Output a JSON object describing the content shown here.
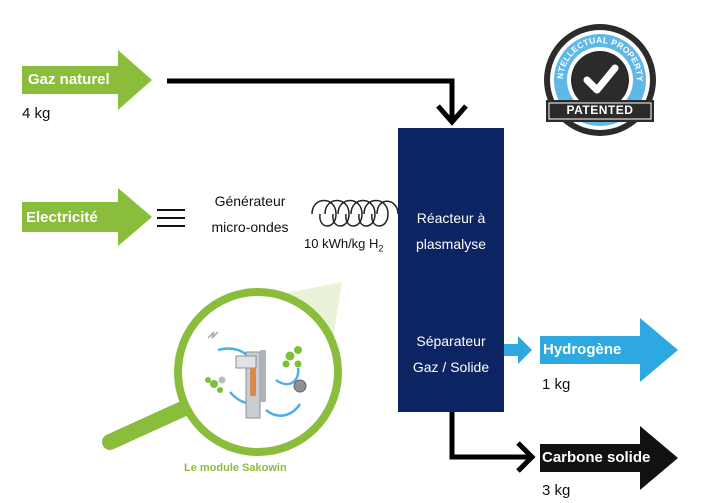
{
  "inputs": {
    "gas": {
      "label": "Gaz naturel",
      "quantity": "4 kg"
    },
    "electricity": {
      "label": "Electricité"
    }
  },
  "generator": {
    "line1": "Générateur",
    "line2": "micro-ondes",
    "energy": "10 kWh/kg H",
    "energy_sub": "2"
  },
  "reactor": {
    "line1": "Réacteur à",
    "line2": "plasmalyse",
    "line3": "Séparateur",
    "line4": "Gaz / Solide"
  },
  "outputs": {
    "hydrogen": {
      "label": "Hydrogène",
      "quantity": "1 kg"
    },
    "carbon": {
      "label": "Carbone solide",
      "quantity": "3 kg"
    }
  },
  "module": {
    "caption": "Le module Sakowin"
  },
  "badge": {
    "ring_text": "INTELLECTUAL PROPERTY",
    "label": "PATENTED",
    "icon": "check-icon"
  },
  "colors": {
    "green": "#8bbd3c",
    "navy": "#0c2461",
    "blue": "#2ea8e0",
    "black": "#111111"
  }
}
